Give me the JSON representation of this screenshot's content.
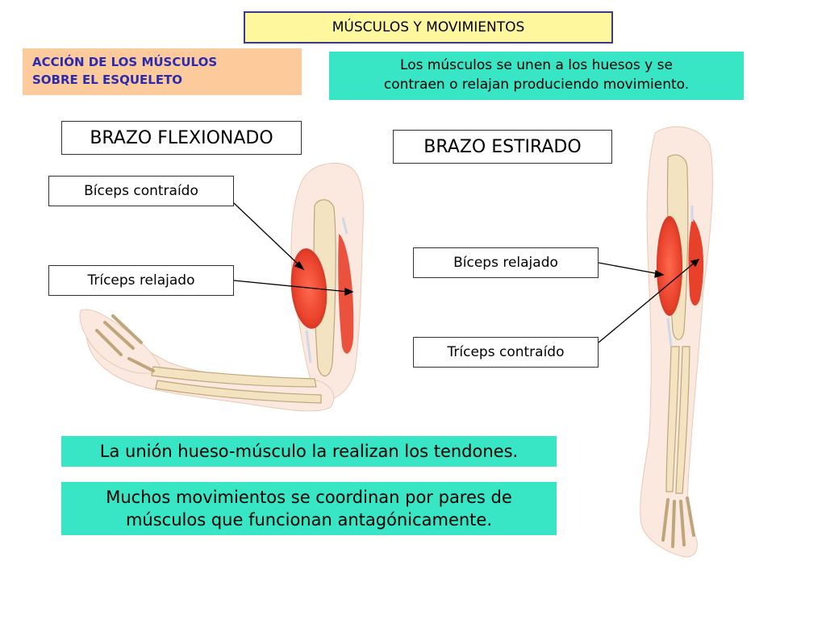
{
  "slide": {
    "title": "MÚSCULOS Y MOVIMIENTOS",
    "accion": {
      "line1": "ACCIÓN DE LOS MÚSCULOS",
      "line2": "SOBRE EL ESQUELETO"
    },
    "info": {
      "line1": "Los músculos se unen a los huesos y se",
      "line2": "contraen o relajan produciendo movimiento."
    }
  },
  "flexed_arm": {
    "heading": "BRAZO FLEXIONADO",
    "biceps_label": "Bíceps contraído",
    "triceps_label": "Tríceps relajado"
  },
  "extended_arm": {
    "heading": "BRAZO ESTIRADO",
    "biceps_label": "Bíceps relajado",
    "triceps_label": "Tríceps contraído"
  },
  "facts": {
    "tendons": "La unión hueso-músculo la realizan los tendones.",
    "antagonist_line1": "Muchos movimientos se coordinan por pares de",
    "antagonist_line2": "músculos que funcionan antagónicamente."
  },
  "colors": {
    "title_bg": "#fff79e",
    "accion_bg": "#fdca9b",
    "accion_text": "#2b2bb0",
    "info_bg": "#38e6c6",
    "muscle_red": "#e8412b",
    "bone": "#f3e3c0",
    "skin": "#fbe9df"
  }
}
